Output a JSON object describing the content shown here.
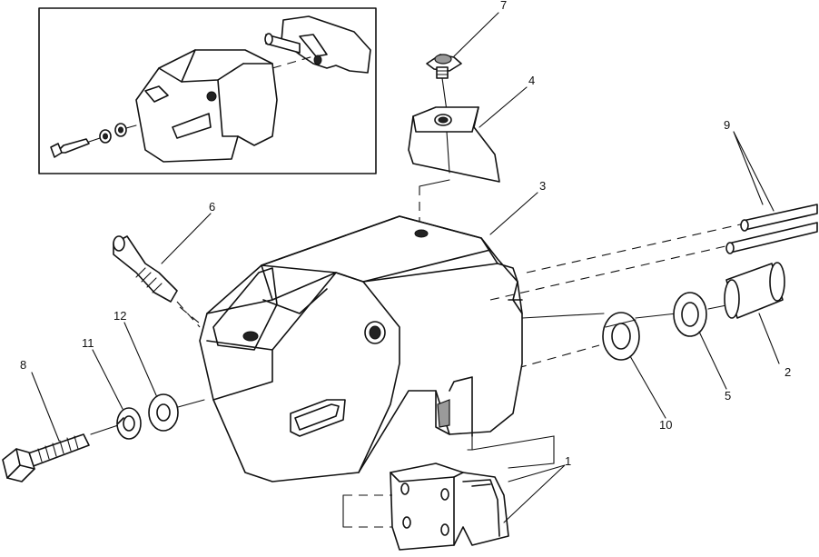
{
  "diagram": {
    "callouts": [
      {
        "id": "1",
        "text": "1"
      },
      {
        "id": "2",
        "text": "2"
      },
      {
        "id": "3",
        "text": "3"
      },
      {
        "id": "4",
        "text": "4"
      },
      {
        "id": "5",
        "text": "5"
      },
      {
        "id": "6",
        "text": "6"
      },
      {
        "id": "7",
        "text": "7"
      },
      {
        "id": "8",
        "text": "8"
      },
      {
        "id": "9",
        "text": "9"
      },
      {
        "id": "10",
        "text": "10"
      },
      {
        "id": "11",
        "text": "11"
      },
      {
        "id": "12",
        "text": "12"
      }
    ],
    "parts": [
      "bracket",
      "sleeve",
      "housing",
      "plate",
      "washer",
      "grease-fitting",
      "vent-fitting",
      "bolt",
      "pin",
      "bushing",
      "lock-washer",
      "flat-washer"
    ]
  }
}
